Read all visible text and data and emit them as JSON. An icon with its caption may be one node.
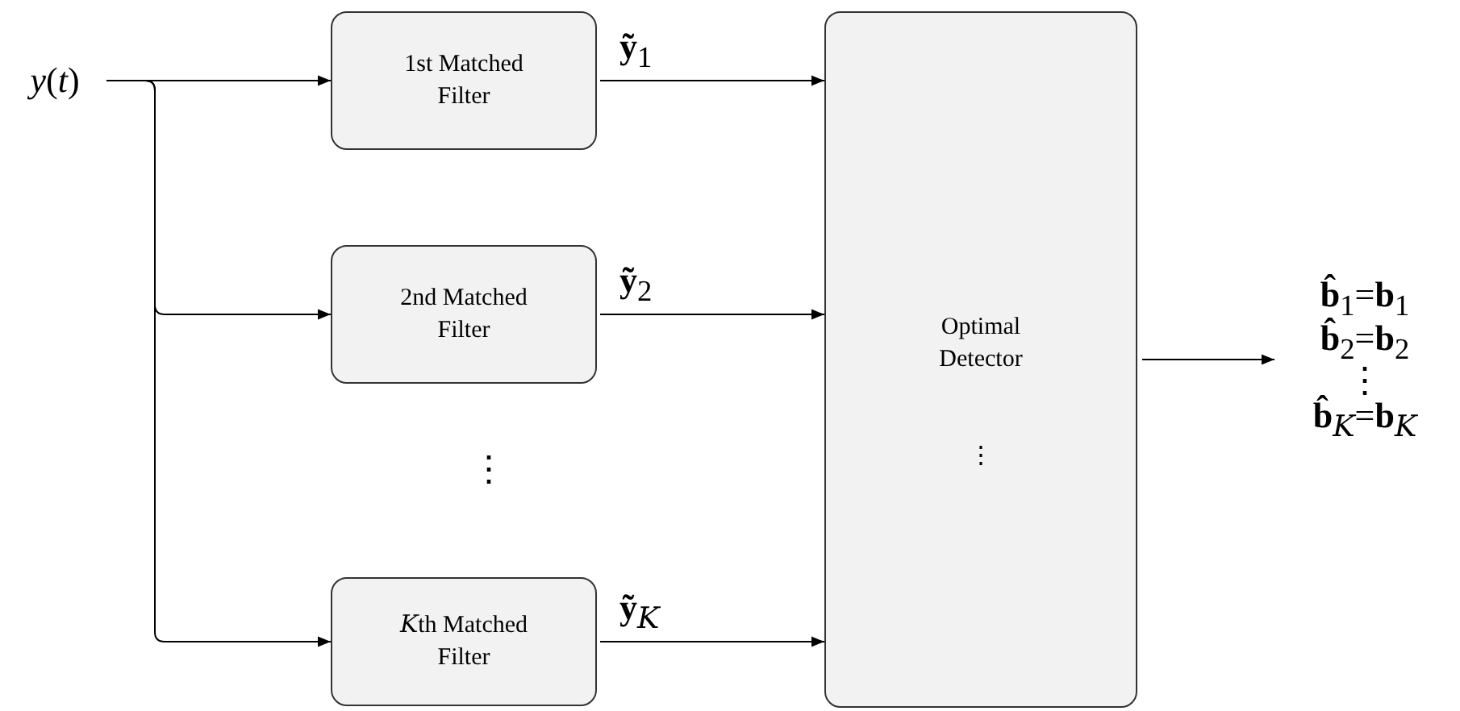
{
  "diagram": {
    "nodes": [
      {
        "text": [
          "*y*(*t*)"
        ]
      },
      {
        "text": [
          "1st Matched Filter"
        ]
      },
      {
        "text": [
          "2nd Matched Filter"
        ]
      },
      {
        "text": [
          "𝐾th Matched Filter"
        ]
      },
      {
        "text": [
          "Optimal Detector",
          "⋮"
        ]
      },
      {
        "text": [
          "**b̂**$_{1}$=**b**$_{1}$",
          "**b̂**$_{2}$=**b**$_{2}$",
          "⋮",
          "**b̂**$_{𝐾}$=**b**$_{𝐾}$"
        ]
      }
    ],
    "edges": [
      {
        "from": 0,
        "to": 1,
        "arrow": "to"
      },
      {
        "from": 0,
        "to": 2,
        "arrow": "to"
      },
      {
        "from": 0,
        "to": 3,
        "arrow": "to"
      },
      {
        "from": 1,
        "to": 4,
        "arrow": "to",
        "label": "**ỹ**$_{1}$"
      },
      {
        "from": 2,
        "to": 4,
        "arrow": "to",
        "label": "**ỹ**$_{2}$"
      },
      {
        "from": 3,
        "to": 4,
        "arrow": "to",
        "label": "**ỹ**$_{𝐾}$"
      },
      {
        "from": 4,
        "to": 5,
        "arrow": "to"
      }
    ],
    "labels": [
      "⋮"
    ]
  }
}
